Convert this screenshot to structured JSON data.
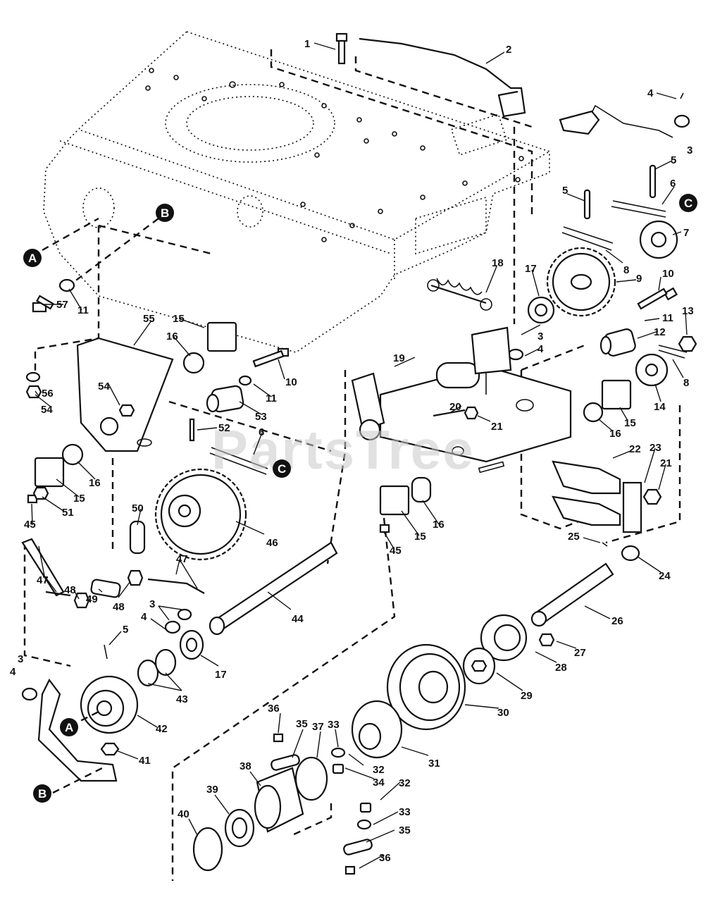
{
  "watermark": "PartsTree",
  "callouts": {
    "a": "A",
    "b": "B",
    "c": "C"
  },
  "labels": {
    "p1": "1",
    "p2": "2",
    "p3a": "3",
    "p4a": "4",
    "p5a": "5",
    "p6a": "6",
    "p5b": "5",
    "p7": "7",
    "p8a": "8",
    "p9": "9",
    "p17a": "17",
    "p18": "18",
    "p10a": "10",
    "p11a": "11",
    "p12": "12",
    "p13": "13",
    "p3b": "3",
    "p4b": "4",
    "p8b": "8",
    "p14": "14",
    "p16a": "16",
    "p15a": "15",
    "p19": "19",
    "p20": "20",
    "p21a": "21",
    "p22": "22",
    "p23": "23",
    "p21b": "21",
    "p25": "25",
    "p24": "24",
    "p26": "26",
    "p27": "27",
    "p28": "28",
    "p29": "29",
    "p30": "30",
    "p31": "31",
    "p32a": "32",
    "p33a": "33",
    "p34": "34",
    "p32b": "32",
    "p33b": "33",
    "p35a": "35",
    "p36a": "36",
    "p36b": "36",
    "p35b": "35",
    "p37": "37",
    "p38": "38",
    "p39": "39",
    "p40": "40",
    "p41": "41",
    "p42": "42",
    "p43": "43",
    "p3c": "3",
    "p4c": "4",
    "p5c": "5",
    "p3d": "3",
    "p4d": "4",
    "p17b": "17",
    "p44": "44",
    "p46": "46",
    "p47a": "47",
    "p47b": "47",
    "p48a": "48",
    "p48b": "48",
    "p49": "49",
    "p50": "50",
    "p52": "52",
    "p6b": "6",
    "p53": "53",
    "p10b": "10",
    "p11b": "11",
    "p55": "55",
    "p15b": "15",
    "p16b": "16",
    "p56": "56",
    "p54a": "54",
    "p54b": "54",
    "p16c": "16",
    "p15c": "15",
    "p51": "51",
    "p45a": "45",
    "p45b": "45",
    "p15d": "15",
    "p16d": "16",
    "p57": "57",
    "p11c": "11"
  }
}
